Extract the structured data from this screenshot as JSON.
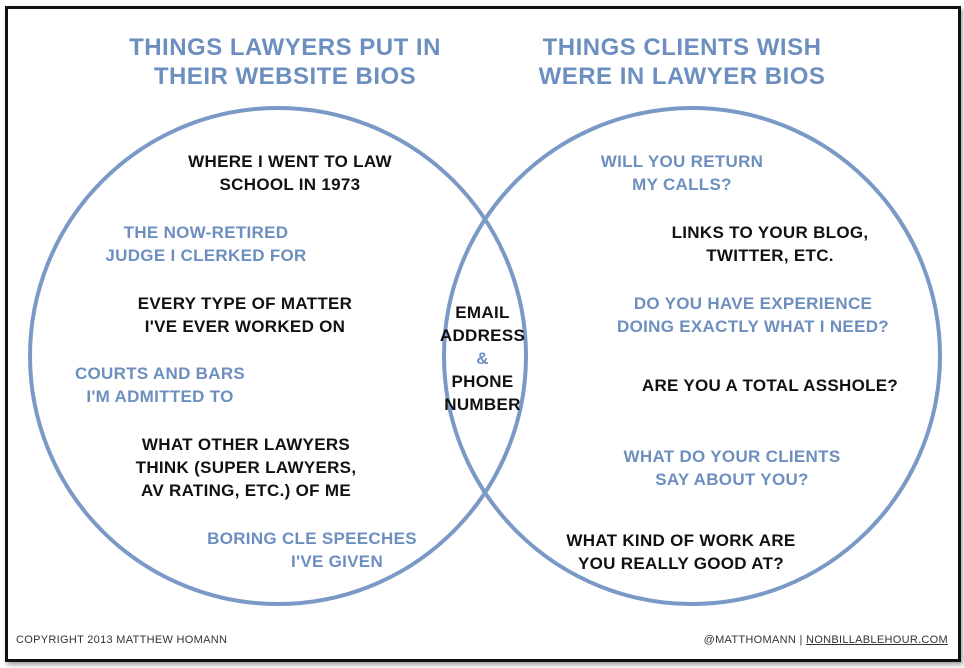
{
  "headings": {
    "left": [
      "THINGS LAWYERS PUT IN",
      "THEIR WEBSITE BIOS"
    ],
    "right": [
      "THINGS CLIENTS WISH",
      "WERE IN LAWYER BIOS"
    ]
  },
  "left_items": [
    {
      "lines": [
        "WHERE I WENT TO LAW",
        "SCHOOL IN 1973"
      ],
      "color": "black"
    },
    {
      "lines": [
        "THE NOW-RETIRED",
        "JUDGE I CLERKED FOR"
      ],
      "color": "blue"
    },
    {
      "lines": [
        "EVERY TYPE OF MATTER",
        "I'VE EVER WORKED ON"
      ],
      "color": "black"
    },
    {
      "lines": [
        "COURTS AND BARS",
        "I'M ADMITTED TO"
      ],
      "color": "blue"
    },
    {
      "lines": [
        "WHAT OTHER LAWYERS",
        "THINK (SUPER LAWYERS,",
        "AV RATING, ETC.) OF ME"
      ],
      "color": "black"
    },
    {
      "lines": [
        "BORING CLE SPEECHES",
        "I'VE GIVEN"
      ],
      "color": "blue"
    }
  ],
  "center_item": {
    "lines": [
      "EMAIL",
      "ADDRESS",
      "&",
      "PHONE",
      "NUMBER"
    ]
  },
  "right_items": [
    {
      "lines": [
        "WILL YOU RETURN",
        "MY CALLS?"
      ],
      "color": "blue"
    },
    {
      "lines": [
        "LINKS TO YOUR BLOG,",
        "TWITTER, ETC."
      ],
      "color": "black"
    },
    {
      "lines": [
        "DO YOU HAVE EXPERIENCE",
        "DOING EXACTLY WHAT I NEED?"
      ],
      "color": "blue"
    },
    {
      "lines": [
        "ARE YOU A TOTAL ASSHOLE?"
      ],
      "color": "black"
    },
    {
      "lines": [
        "WHAT DO YOUR CLIENTS",
        "SAY ABOUT YOU?"
      ],
      "color": "blue"
    },
    {
      "lines": [
        "WHAT KIND OF WORK ARE",
        "YOU REALLY GOOD AT?"
      ],
      "color": "black"
    }
  ],
  "footer": {
    "copyright": "COPYRIGHT 2013 MATTHEW HOMANN",
    "handle": "@MATTHOMANN |",
    "site": "NONBILLABLEHOUR.COM"
  },
  "colors": {
    "accent_blue": "#6d8fbf",
    "text_black": "#111111",
    "circle_stroke": "#7b99c6"
  }
}
